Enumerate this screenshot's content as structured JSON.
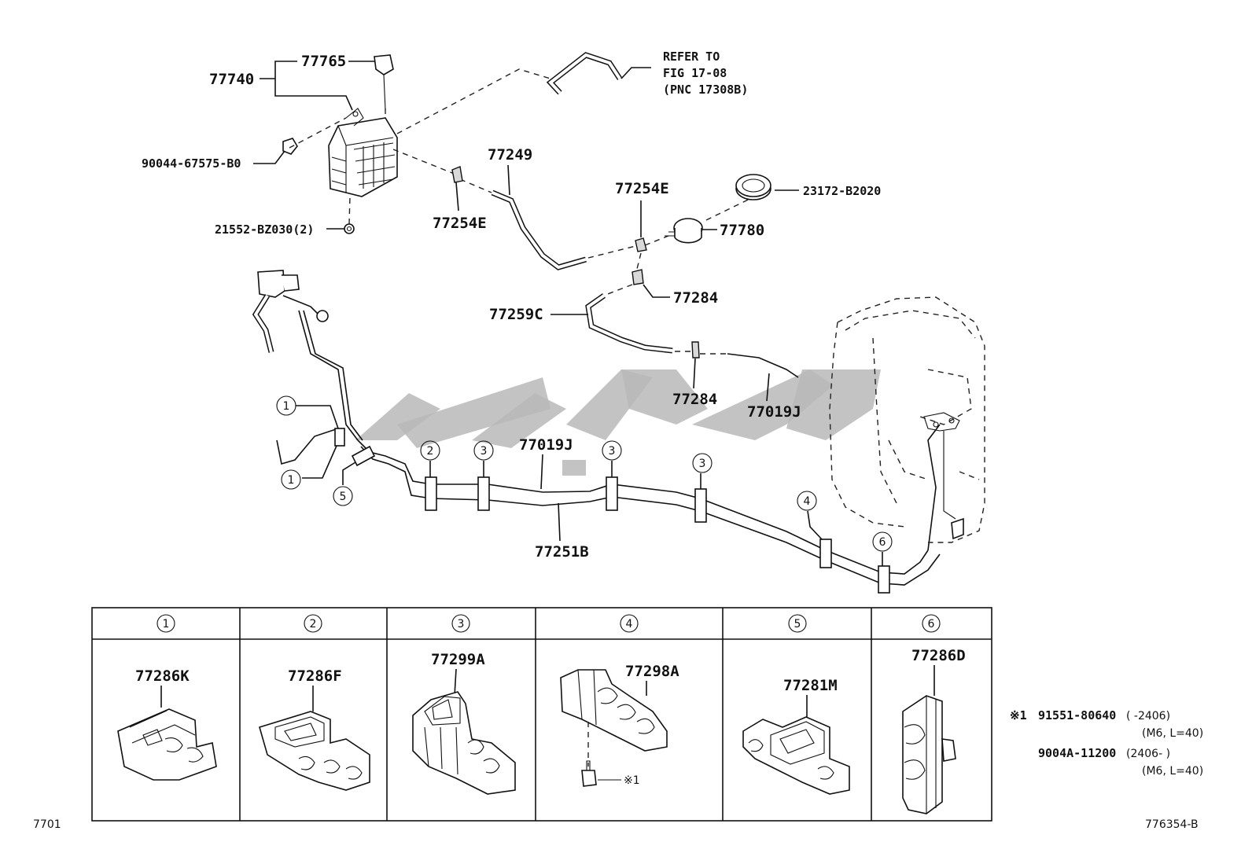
{
  "callouts": {
    "p77765": "77765",
    "p77740": "77740",
    "p90044": "90044-67575-B0",
    "p21552": "21552-BZ030(2)",
    "p77254e_a": "77254E",
    "p77249": "77249",
    "p77254e_b": "77254E",
    "p23172": "23172-B2020",
    "p77780": "77780",
    "p77284_a": "77284",
    "p77259c": "77259C",
    "p77284_b": "77284",
    "p77019j_a": "77019J",
    "p77019j_b": "77019J",
    "p77251b": "77251B"
  },
  "refer": {
    "line1": "REFER TO",
    "line2": "FIG 17-08",
    "line3": "(PNC 17308B)"
  },
  "clamp_markers": {
    "m1": "1",
    "m2": "2",
    "m3": "3",
    "m4": "4",
    "m5": "5",
    "m6": "6"
  },
  "table": {
    "headers": [
      "1",
      "2",
      "3",
      "4",
      "5",
      "6"
    ],
    "parts": [
      "77286K",
      "77286F",
      "77299A",
      "77298A",
      "77281M",
      "77286D"
    ],
    "bolt_note": "※1"
  },
  "notes": {
    "mark": "※1",
    "pn1": "91551-80640",
    "range1": "( -2406)",
    "spec1": "(M6, L=40)",
    "pn2": "9004A-11200",
    "range2": "(2406- )",
    "spec2": "(M6, L=40)"
  },
  "footer": {
    "left_code": "7701",
    "right_code": "776354-B"
  }
}
